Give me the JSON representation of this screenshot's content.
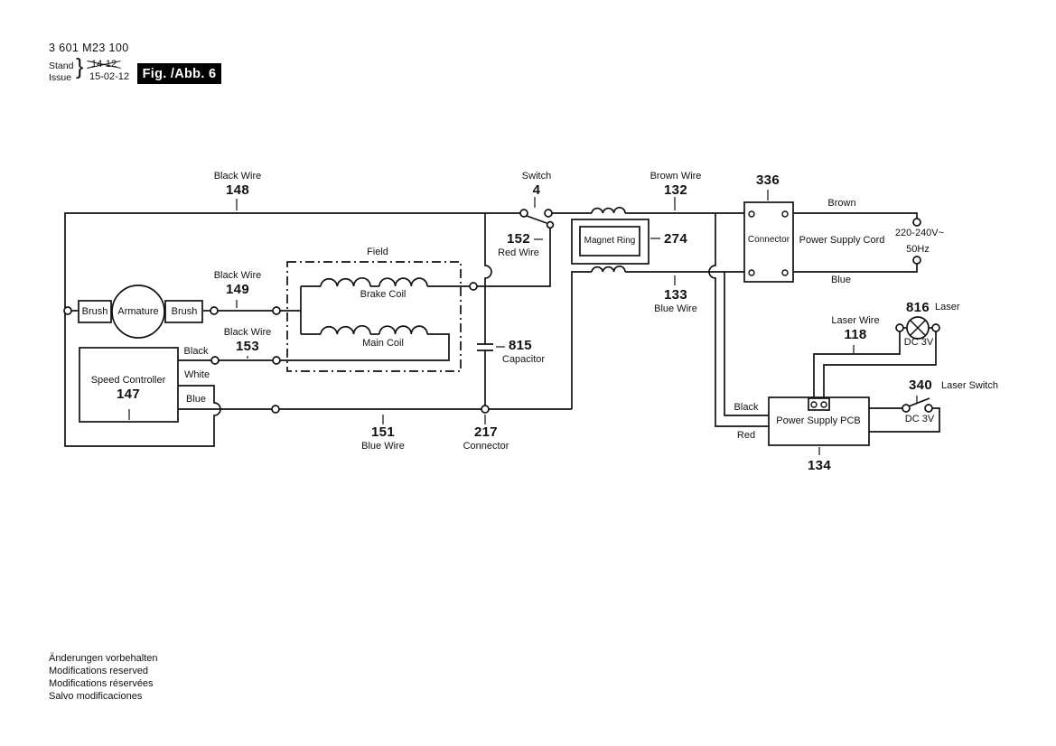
{
  "colors": {
    "line": "#111111",
    "background": "#ffffff",
    "figure_badge_bg": "#000000",
    "figure_badge_text": "#ffffff"
  },
  "header": {
    "part_number": "3 601 M23 100",
    "stand_label": "Stand",
    "issue_label": "Issue",
    "superseded_date": "14-12",
    "issue_date": "15-02-12",
    "figure_label": "Fig. /Abb. 6",
    "brace": "}"
  },
  "callouts": {
    "wire148": {
      "name": "Black Wire",
      "ref": "148"
    },
    "switch4": {
      "name": "Switch",
      "ref": "4"
    },
    "wire132": {
      "name": "Brown Wire",
      "ref": "132"
    },
    "connector336": {
      "ref": "336",
      "label": "Connector"
    },
    "magnet_ring": {
      "label": "Magnet Ring",
      "ref": "274"
    },
    "wire152": {
      "ref": "152",
      "name": "Red Wire"
    },
    "wire133": {
      "ref": "133",
      "name": "Blue Wire"
    },
    "field": {
      "label": "Field",
      "brake_coil": "Brake Coil",
      "main_coil": "Main Coil"
    },
    "wire149": {
      "name": "Black Wire",
      "ref": "149"
    },
    "wire153": {
      "name": "Black Wire",
      "ref": "153"
    },
    "motor": {
      "brush_left": "Brush",
      "armature": "Armature",
      "brush_right": "Brush"
    },
    "speed_controller": {
      "label": "Speed Controller",
      "ref": "147",
      "black": "Black",
      "white": "White",
      "blue": "Blue"
    },
    "capacitor815": {
      "ref": "815",
      "name": "Capacitor"
    },
    "wire151": {
      "ref": "151",
      "name": "Blue Wire"
    },
    "connector217": {
      "ref": "217",
      "name": "Connector"
    },
    "power_cord": {
      "label": "Power Supply Cord",
      "brown": "Brown",
      "blue": "Blue",
      "voltage": "220-240V~",
      "frequency": "50Hz"
    },
    "laser816": {
      "ref": "816",
      "name": "Laser",
      "rating": "DC 3V"
    },
    "laser_wire118": {
      "name": "Laser Wire",
      "ref": "118"
    },
    "laser_switch340": {
      "ref": "340",
      "name": "Laser Switch",
      "rating": "DC 3V"
    },
    "pcb134": {
      "label": "Power Supply PCB",
      "ref": "134",
      "black": "Black",
      "red": "Red"
    }
  },
  "footer": {
    "lines": [
      "Änderungen vorbehalten",
      "Modifications reserved",
      "Modifications réservées",
      "Salvo modificaciones"
    ]
  }
}
